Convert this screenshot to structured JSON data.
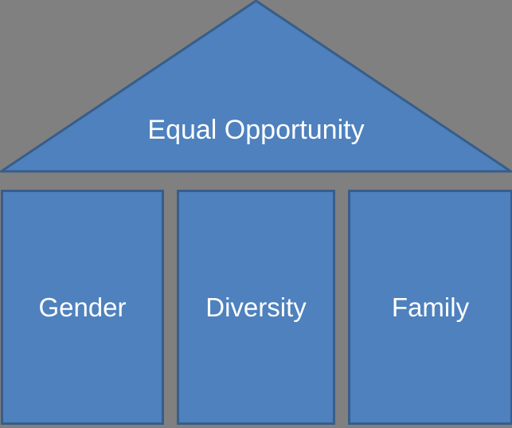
{
  "diagram": {
    "title": "Equal Opportunity",
    "background_color": "#808080",
    "roof": {
      "label": "Equal Opportunity",
      "shape": "triangle",
      "fill_color": "#4E81BD",
      "border_color": "#385D8A",
      "text_color": "#FFFFFF"
    },
    "pillars": [
      {
        "label": "Gender",
        "fill_color": "#4E81BD",
        "border_color": "#385D8A",
        "text_color": "#FFFFFF"
      },
      {
        "label": "Diversity",
        "fill_color": "#4E81BD",
        "border_color": "#385D8A",
        "text_color": "#FFFFFF"
      },
      {
        "label": "Family",
        "fill_color": "#4E81BD",
        "border_color": "#385D8A",
        "text_color": "#FFFFFF"
      }
    ]
  }
}
